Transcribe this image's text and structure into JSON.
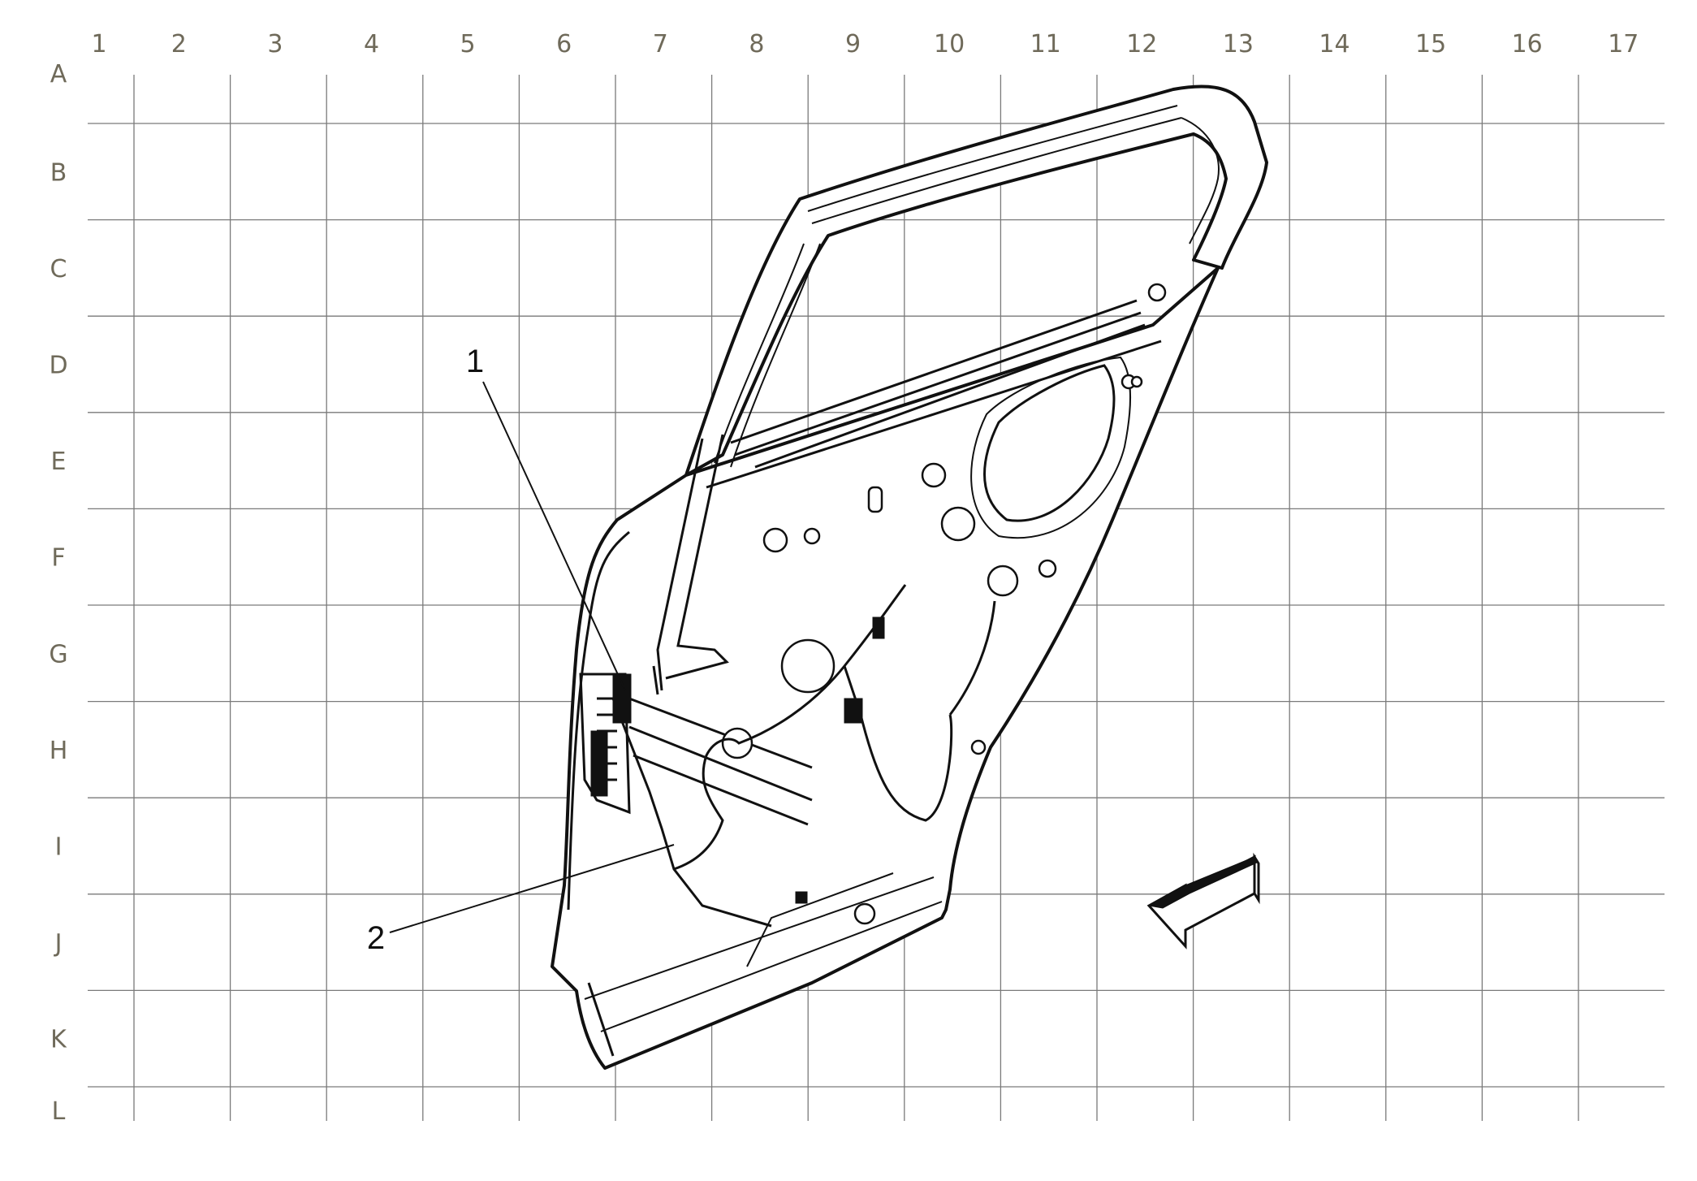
{
  "grid": {
    "columns": [
      "1",
      "2",
      "3",
      "4",
      "5",
      "6",
      "7",
      "8",
      "9",
      "10",
      "11",
      "12",
      "13",
      "14",
      "15",
      "16",
      "17"
    ],
    "rows": [
      "A",
      "B",
      "C",
      "D",
      "E",
      "F",
      "G",
      "H",
      "I",
      "J",
      "K",
      "L"
    ]
  },
  "callouts": [
    {
      "label": "1",
      "icon": "harness-connector"
    },
    {
      "label": "2",
      "icon": "wiring-harness"
    }
  ],
  "diagram": {
    "subject": "rear-door-inner-panel-icon",
    "orientation_arrow": "front-direction-arrow-icon"
  }
}
